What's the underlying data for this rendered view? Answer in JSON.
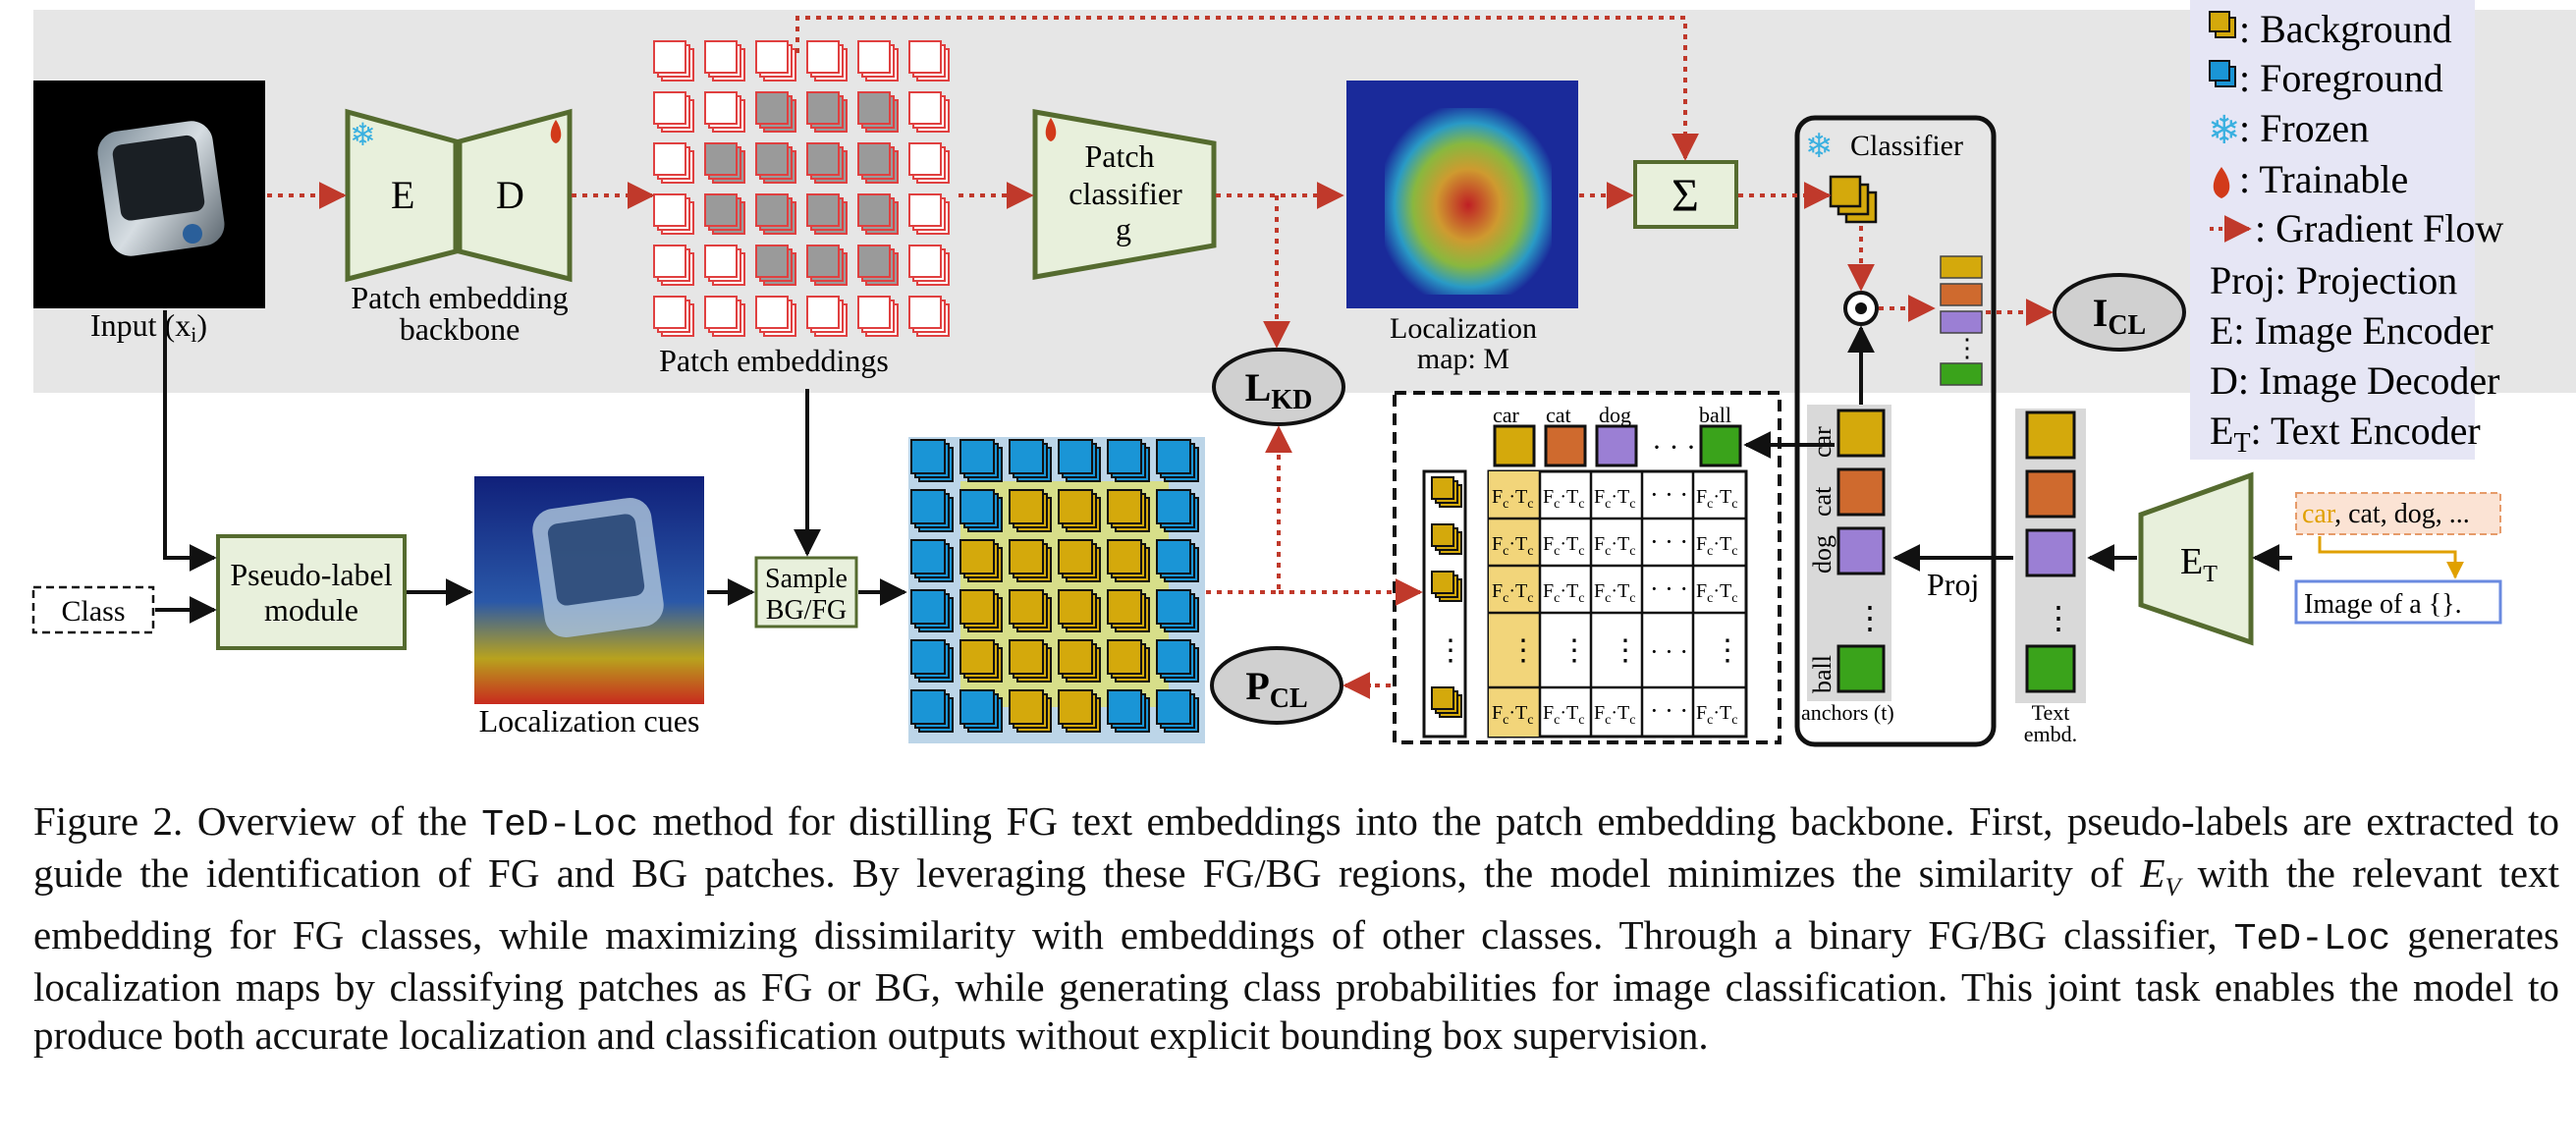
{
  "legend": {
    "background": ": Background",
    "foreground": ": Foreground",
    "frozen": ": Frozen",
    "trainable": ": Trainable",
    "gradient_flow": ": Gradient Flow",
    "proj": "Proj: Projection",
    "e": "E: Image Encoder",
    "d": "D: Image Decoder",
    "et_main": "E",
    "et_sub": "T",
    "et_rest": ": Text Encoder"
  },
  "labels": {
    "input_main": "Input (x",
    "input_sub": "i",
    "input_end": ")",
    "encoder": "E",
    "decoder": "D",
    "backbone_line1": "Patch embedding",
    "backbone_line2": "backbone",
    "patch_embeddings": "Patch embeddings",
    "patch_classifier_1": "Patch",
    "patch_classifier_2": "classifier",
    "patch_classifier_3": "g",
    "loc_map_1": "Localization",
    "loc_map_2": "map: M",
    "sum": "Σ",
    "classifier": "Classifier",
    "icl_main": "I",
    "icl_sub": "CL",
    "lkd_main": "L",
    "lkd_sub": "KD",
    "pcl_main": "P",
    "pcl_sub": "CL",
    "class_box": "Class",
    "pseudo_1": "Pseudo-label",
    "pseudo_2": "module",
    "loc_cues": "Localization cues",
    "sample_1": "Sample",
    "sample_2": "BG/FG",
    "top_classes": [
      "car",
      "cat",
      "dog",
      "ball"
    ],
    "cell_main": "F",
    "cell_sub": "c",
    "cell_dot": "·T",
    "anchor_classes": [
      "car",
      "cat",
      "dog",
      "ball"
    ],
    "anchors": "anchors (t)",
    "proj": "Proj",
    "et_main": "E",
    "et_sub": "T",
    "text_embd_1": "Text",
    "text_embd_2": "embd.",
    "prompt_first": "car",
    "prompt_rest": ", cat, dog, ...",
    "template": "Image of a {}."
  },
  "colors": {
    "bg_panel": "#e6e6e6",
    "module_fill": "#e8f0dc",
    "module_stroke": "#556b2f",
    "gradient": "#c0392b",
    "bg_cube": "#d4a90c",
    "fg_cube": "#1a95d6",
    "car": "#d4a90c",
    "cat": "#cf6a2e",
    "dog": "#9b7fd4",
    "ball": "#3aa31b",
    "legend_bg": "#e6e6f5"
  },
  "caption": {
    "p1": "Figure 2. Overview of the ",
    "m1": "TeD-Loc",
    "p2": " method for distilling FG text embeddings into the patch embedding backbone. First, pseudo-labels are extracted to guide the identification of FG and BG patches. By leveraging these FG/BG regions, the model minimizes the similarity of ",
    "ev_main": "E",
    "ev_sub": "V",
    "p3": " with the relevant text embedding for FG classes, while maximizing dissimilarity with embeddings of other classes. Through a binary FG/BG classifier, ",
    "m2": "TeD-Loc",
    "p4": " generates localization maps by classifying patches as FG or BG, while generating class probabilities for image classification. This joint task enables the model to produce both accurate localization and classification outputs without explicit bounding box supervision."
  }
}
